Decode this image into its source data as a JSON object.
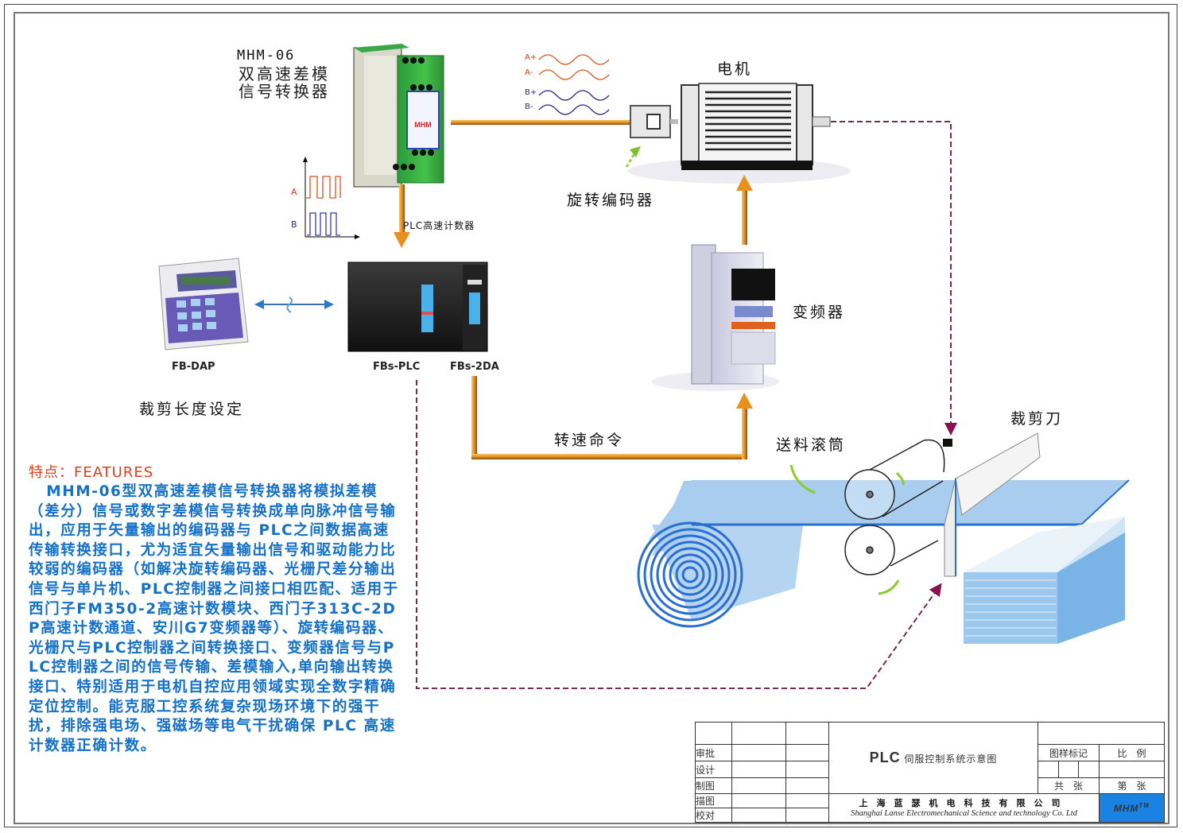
{
  "device": {
    "model": "MHM-06",
    "name_line1": "双高速差模",
    "name_line2": "信号转换器"
  },
  "labels": {
    "motor": "电机",
    "encoder": "旋转编码器",
    "plc_counter": "PLC高速计数器",
    "inverter": "变频器",
    "keypad": "FB-DAP",
    "plc": "FBs-PLC",
    "da_module": "FBs-2DA",
    "length_setting": "裁剪长度设定",
    "speed_command": "转速命令",
    "feed_roller": "送料滚筒",
    "cutter": "裁剪刀"
  },
  "signals": {
    "square_wave": [
      "A",
      "B"
    ],
    "sine_wave": [
      "A+",
      "A-",
      "B+",
      "B-"
    ]
  },
  "features": {
    "title": "特点：FEATURES",
    "body": "MHM-06型双高速差模信号转换器将模拟差模（差分）信号或数字差模信号转换成单向脉冲信号输出，应用于矢量输出的编码器与 PLC之间数据高速传输转换接口，尤为适宜矢量输出信号和驱动能力比较弱的编码器（如解决旋转编码器、光栅尺差分输出信号与单片机、PLC控制器之间接口相匹配、适用于西门子FM350-2高速计数模块、西门子313C-2DP高速计数通道、安川G7变频器等）、旋转编码器、光栅尺与PLC控制器之间转换接口、变频器信号与PLC控制器之间的信号传输、差模输入,单向输出转换接口、特别适用于电机自控应用领域实现全数字精确定位控制。能克服工控系统复杂现场环境下的强干扰，排除强电场、强磁场等电气干扰确保 PLC 高速计数器正确计数。"
  },
  "title_block": {
    "rows": [
      "",
      "审批",
      "设计",
      "制图",
      "描图",
      "校对"
    ],
    "drawing_title_prefix": "PLC",
    "drawing_title": "伺服控制系统示意图",
    "drawing_mark": "图样标记",
    "scale": "比　例",
    "total_sheets": "共　张",
    "sheet_no": "第　张",
    "company_cn": "上海蓝瑟机电科技有限公司",
    "company_en": "Shanghai Lanse Electromechanical Science and technology Co. Ltd",
    "logo": "MHM",
    "logo_mark": "TM"
  },
  "colors": {
    "orange_line": "#e8901e",
    "dashed_line": "#7a2a4a",
    "features_title": "#e0401a",
    "features_body": "#1570c8",
    "fabric": "#a8cdee",
    "fabric_edge": "#2a6fd0",
    "logo_bg": "#1a82e2"
  }
}
